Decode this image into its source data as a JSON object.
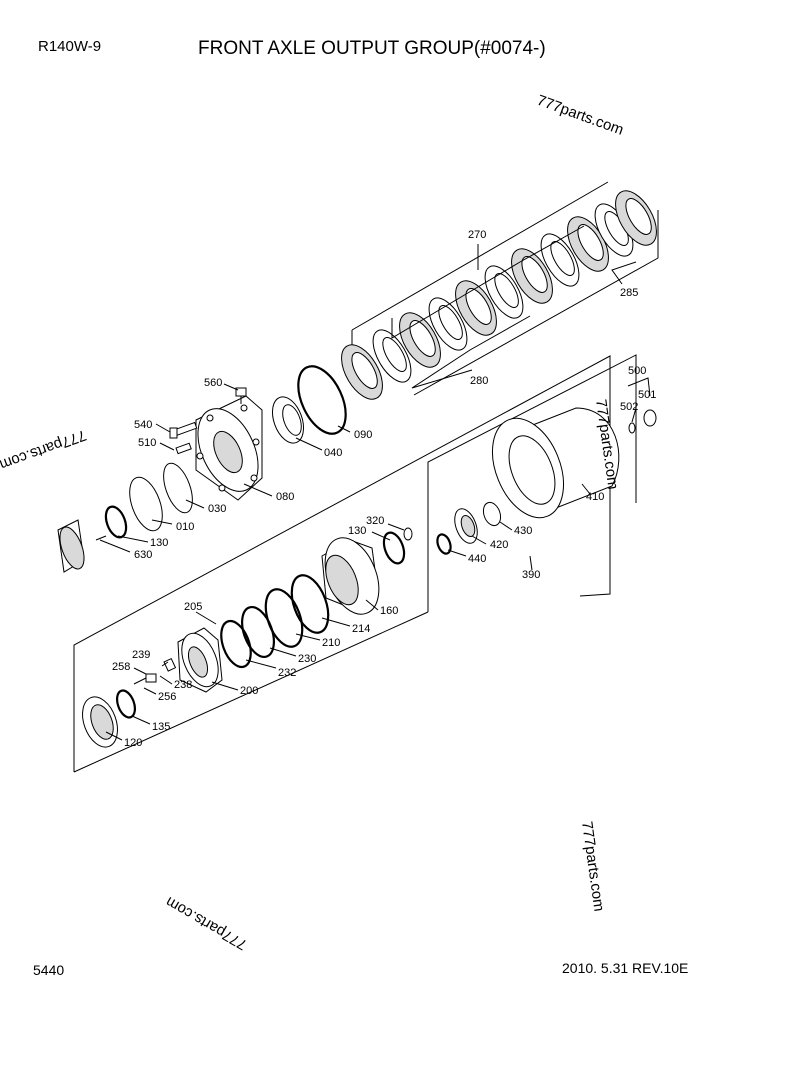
{
  "header": {
    "model": "R140W-9",
    "title": "FRONT AXLE OUTPUT GROUP(#0074-)"
  },
  "footer": {
    "page_number": "5440",
    "revision": "2010. 5.31  REV.10E"
  },
  "watermarks": [
    "777parts.com",
    "777parts.com",
    "777parts.com",
    "777parts.com"
  ],
  "parts": {
    "p010": "010",
    "p030": "030",
    "p040": "040",
    "p080": "080",
    "p090": "090",
    "p120": "120",
    "p130a": "130",
    "p130b": "130",
    "p135": "135",
    "p160": "160",
    "p200": "200",
    "p205": "205",
    "p210": "210",
    "p214": "214",
    "p230": "230",
    "p232": "232",
    "p238": "238",
    "p239": "239",
    "p256": "256",
    "p258": "258",
    "p270": "270",
    "p280": "280",
    "p285": "285",
    "p320": "320",
    "p390": "390",
    "p410": "410",
    "p420": "420",
    "p430": "430",
    "p440": "440",
    "p500": "500",
    "p501": "501",
    "p502": "502",
    "p510": "510",
    "p540": "540",
    "p560": "560",
    "p630": "630"
  }
}
